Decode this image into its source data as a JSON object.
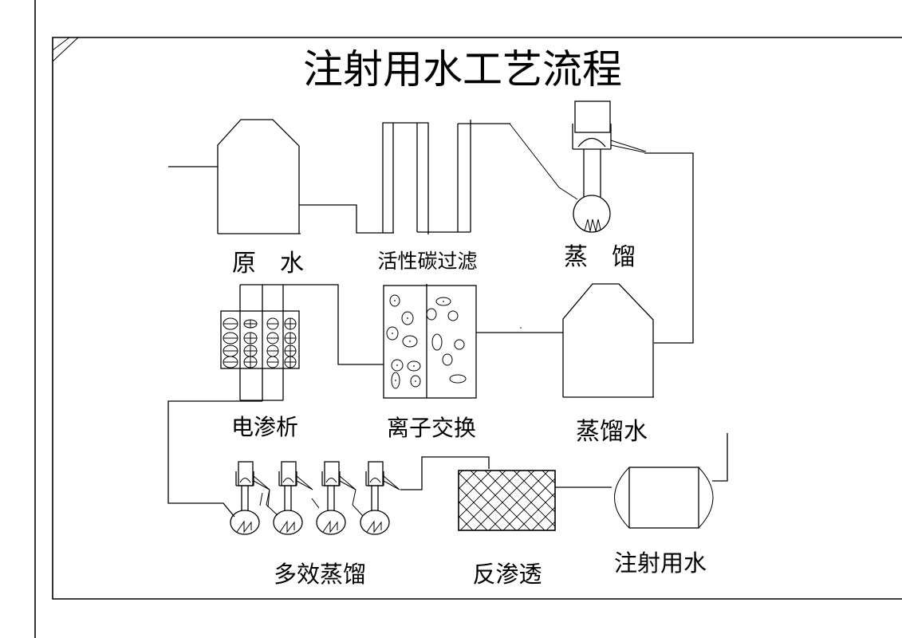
{
  "title": "注射用水工艺流程",
  "colors": {
    "line": "#000000",
    "background": "#ffffff"
  },
  "stages": [
    {
      "id": "raw-water",
      "label": "原　水",
      "icon": "storage-tank-icon"
    },
    {
      "id": "activated-carbon-filter",
      "label": "活性碳过滤",
      "icon": "carbon-filter-columns-icon"
    },
    {
      "id": "distillation",
      "label": "蒸　馏",
      "icon": "still-icon"
    },
    {
      "id": "electrodialysis",
      "label": "电渗析",
      "icon": "electrodialysis-cell-icon"
    },
    {
      "id": "ion-exchange",
      "label": "离子交换",
      "icon": "ion-exchange-column-icon"
    },
    {
      "id": "distilled-water",
      "label": "蒸馏水",
      "icon": "storage-tank-icon"
    },
    {
      "id": "multi-effect-distillation",
      "label": "多效蒸馏",
      "icon": "multi-effect-still-icon"
    },
    {
      "id": "reverse-osmosis",
      "label": "反渗透",
      "icon": "ro-membrane-icon"
    },
    {
      "id": "water-for-injection",
      "label": "注射用水",
      "icon": "horizontal-tank-icon"
    }
  ],
  "electrodialysis_signs": [
    "−",
    "+",
    "−",
    "+"
  ]
}
